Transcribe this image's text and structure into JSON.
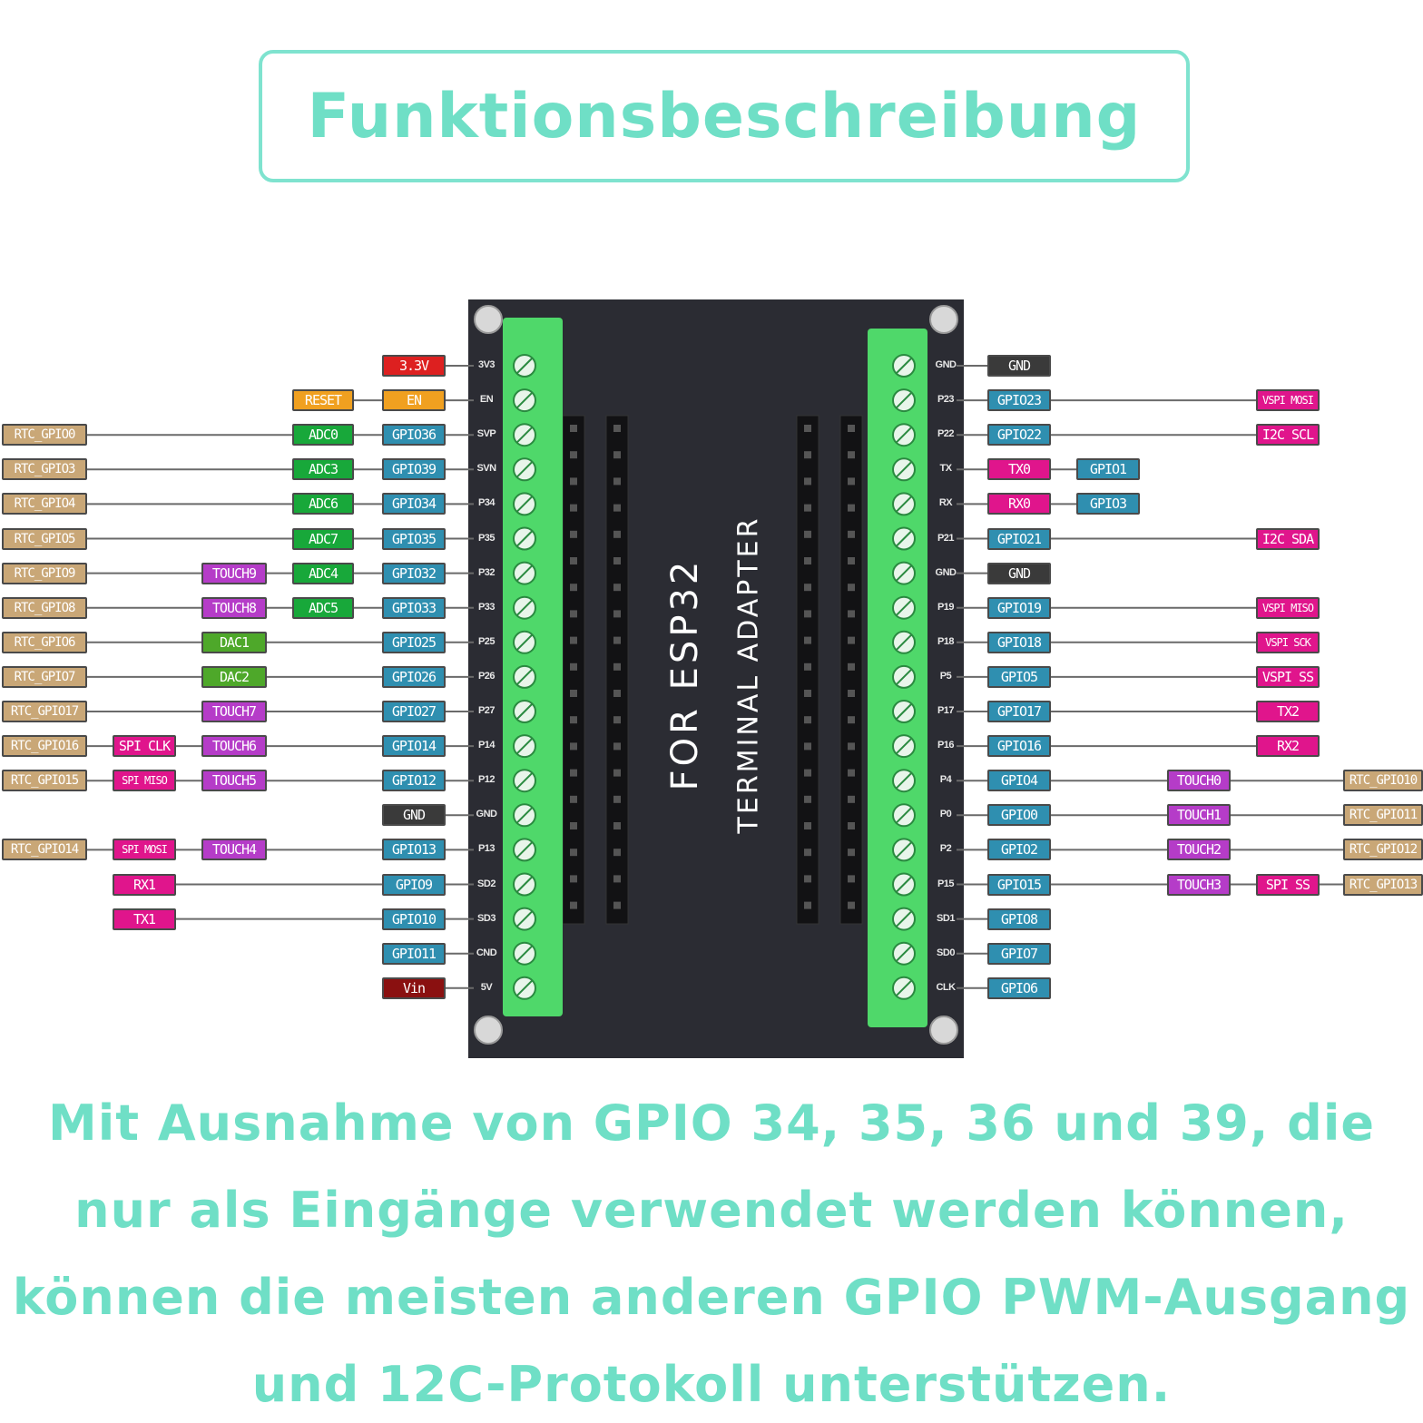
{
  "title": "Funktionsbeschreibung",
  "board": {
    "line1": "FOR ESP32",
    "line2": "TERMINAL ADAPTER"
  },
  "colors": {
    "board": "#2b2c33",
    "terminal": "#4fd86a",
    "rtc": "#c9a777",
    "adc": "#18a83a",
    "gpio": "#2f8fb0",
    "touch": "#b53cc8",
    "spi": "#e0158c",
    "gnd": "#3a3a3a",
    "power": "#dd2020",
    "en": "#f0a020",
    "dac": "#4ea82a",
    "vin": "#8a1010"
  },
  "left_pins": [
    {
      "pin": "3V3",
      "labels": [
        {
          "text": "3.3V",
          "type": "power",
          "col": 4
        }
      ]
    },
    {
      "pin": "EN",
      "labels": [
        {
          "text": "RESET",
          "type": "en",
          "col": 3
        },
        {
          "text": "EN",
          "type": "en",
          "col": 4
        }
      ]
    },
    {
      "pin": "SVP",
      "labels": [
        {
          "text": "RTC_GPIO0",
          "type": "rtc",
          "col": 0
        },
        {
          "text": "ADC0",
          "type": "adc",
          "col": 3
        },
        {
          "text": "GPIO36",
          "type": "gpio",
          "col": 4
        }
      ]
    },
    {
      "pin": "SVN",
      "labels": [
        {
          "text": "RTC_GPIO3",
          "type": "rtc",
          "col": 0
        },
        {
          "text": "ADC3",
          "type": "adc",
          "col": 3
        },
        {
          "text": "GPIO39",
          "type": "gpio",
          "col": 4
        }
      ]
    },
    {
      "pin": "P34",
      "labels": [
        {
          "text": "RTC_GPIO4",
          "type": "rtc",
          "col": 0
        },
        {
          "text": "ADC6",
          "type": "adc",
          "col": 3
        },
        {
          "text": "GPIO34",
          "type": "gpio",
          "col": 4
        }
      ]
    },
    {
      "pin": "P35",
      "labels": [
        {
          "text": "RTC_GPIO5",
          "type": "rtc",
          "col": 0
        },
        {
          "text": "ADC7",
          "type": "adc",
          "col": 3
        },
        {
          "text": "GPIO35",
          "type": "gpio",
          "col": 4
        }
      ]
    },
    {
      "pin": "P32",
      "labels": [
        {
          "text": "RTC_GPIO9",
          "type": "rtc",
          "col": 0
        },
        {
          "text": "TOUCH9",
          "type": "touch",
          "col": 2
        },
        {
          "text": "ADC4",
          "type": "adc",
          "col": 3
        },
        {
          "text": "GPIO32",
          "type": "gpio",
          "col": 4
        }
      ]
    },
    {
      "pin": "P33",
      "labels": [
        {
          "text": "RTC_GPIO8",
          "type": "rtc",
          "col": 0
        },
        {
          "text": "TOUCH8",
          "type": "touch",
          "col": 2
        },
        {
          "text": "ADC5",
          "type": "adc",
          "col": 3
        },
        {
          "text": "GPIO33",
          "type": "gpio",
          "col": 4
        }
      ]
    },
    {
      "pin": "P25",
      "labels": [
        {
          "text": "RTC_GPIO6",
          "type": "rtc",
          "col": 0
        },
        {
          "text": "DAC1",
          "type": "dac",
          "col": 2
        },
        {
          "text": "GPIO25",
          "type": "gpio",
          "col": 4
        }
      ]
    },
    {
      "pin": "P26",
      "labels": [
        {
          "text": "RTC_GPIO7",
          "type": "rtc",
          "col": 0
        },
        {
          "text": "DAC2",
          "type": "dac",
          "col": 2
        },
        {
          "text": "GPIO26",
          "type": "gpio",
          "col": 4
        }
      ]
    },
    {
      "pin": "P27",
      "labels": [
        {
          "text": "RTC_GPIO17",
          "type": "rtc",
          "col": 0
        },
        {
          "text": "TOUCH7",
          "type": "touch",
          "col": 2
        },
        {
          "text": "GPIO27",
          "type": "gpio",
          "col": 4
        }
      ]
    },
    {
      "pin": "P14",
      "labels": [
        {
          "text": "RTC_GPIO16",
          "type": "rtc",
          "col": 0
        },
        {
          "text": "SPI CLK",
          "type": "spi",
          "col": 1
        },
        {
          "text": "TOUCH6",
          "type": "touch",
          "col": 2
        },
        {
          "text": "GPIO14",
          "type": "gpio",
          "col": 4
        }
      ]
    },
    {
      "pin": "P12",
      "labels": [
        {
          "text": "RTC_GPIO15",
          "type": "rtc",
          "col": 0
        },
        {
          "text": "SPI MISO",
          "type": "spi",
          "col": 1
        },
        {
          "text": "TOUCH5",
          "type": "touch",
          "col": 2
        },
        {
          "text": "GPIO12",
          "type": "gpio",
          "col": 4
        }
      ]
    },
    {
      "pin": "GND",
      "labels": [
        {
          "text": "GND",
          "type": "gnd",
          "col": 4
        }
      ]
    },
    {
      "pin": "P13",
      "labels": [
        {
          "text": "RTC_GPIO14",
          "type": "rtc",
          "col": 0
        },
        {
          "text": "SPI MOSI",
          "type": "spi",
          "col": 1
        },
        {
          "text": "TOUCH4",
          "type": "touch",
          "col": 2
        },
        {
          "text": "GPIO13",
          "type": "gpio",
          "col": 4
        }
      ]
    },
    {
      "pin": "SD2",
      "labels": [
        {
          "text": "RX1",
          "type": "spi",
          "col": 1
        },
        {
          "text": "GPIO9",
          "type": "gpio",
          "col": 4
        }
      ]
    },
    {
      "pin": "SD3",
      "labels": [
        {
          "text": "TX1",
          "type": "spi",
          "col": 1
        },
        {
          "text": "GPIO10",
          "type": "gpio",
          "col": 4
        }
      ]
    },
    {
      "pin": "CND",
      "labels": [
        {
          "text": "GPIO11",
          "type": "gpio",
          "col": 4
        }
      ]
    },
    {
      "pin": "5V",
      "labels": [
        {
          "text": "Vin",
          "type": "vin",
          "col": 4
        }
      ]
    }
  ],
  "right_pins": [
    {
      "pin": "GND",
      "labels": [
        {
          "text": "GND",
          "type": "gnd",
          "col": 0
        }
      ]
    },
    {
      "pin": "P23",
      "labels": [
        {
          "text": "GPIO23",
          "type": "gpio",
          "col": 0
        },
        {
          "text": "VSPI MOSI",
          "type": "spi",
          "col": 3
        }
      ]
    },
    {
      "pin": "P22",
      "labels": [
        {
          "text": "GPIO22",
          "type": "gpio",
          "col": 0
        },
        {
          "text": "I2C SCL",
          "type": "spi",
          "col": 3
        }
      ]
    },
    {
      "pin": "TX",
      "labels": [
        {
          "text": "TX0",
          "type": "spi",
          "col": 0
        },
        {
          "text": "GPIO1",
          "type": "gpio",
          "col": 1
        }
      ]
    },
    {
      "pin": "RX",
      "labels": [
        {
          "text": "RX0",
          "type": "spi",
          "col": 0
        },
        {
          "text": "GPIO3",
          "type": "gpio",
          "col": 1
        }
      ]
    },
    {
      "pin": "P21",
      "labels": [
        {
          "text": "GPIO21",
          "type": "gpio",
          "col": 0
        },
        {
          "text": "I2C SDA",
          "type": "spi",
          "col": 3
        }
      ]
    },
    {
      "pin": "GND",
      "labels": [
        {
          "text": "GND",
          "type": "gnd",
          "col": 0
        }
      ]
    },
    {
      "pin": "P19",
      "labels": [
        {
          "text": "GPIO19",
          "type": "gpio",
          "col": 0
        },
        {
          "text": "VSPI MISO",
          "type": "spi",
          "col": 3
        }
      ]
    },
    {
      "pin": "P18",
      "labels": [
        {
          "text": "GPIO18",
          "type": "gpio",
          "col": 0
        },
        {
          "text": "VSPI SCK",
          "type": "spi",
          "col": 3
        }
      ]
    },
    {
      "pin": "P5",
      "labels": [
        {
          "text": "GPIO5",
          "type": "gpio",
          "col": 0
        },
        {
          "text": "VSPI SS",
          "type": "spi",
          "col": 3
        }
      ]
    },
    {
      "pin": "P17",
      "labels": [
        {
          "text": "GPIO17",
          "type": "gpio",
          "col": 0
        },
        {
          "text": "TX2",
          "type": "spi",
          "col": 3
        }
      ]
    },
    {
      "pin": "P16",
      "labels": [
        {
          "text": "GPIO16",
          "type": "gpio",
          "col": 0
        },
        {
          "text": "RX2",
          "type": "spi",
          "col": 3
        }
      ]
    },
    {
      "pin": "P4",
      "labels": [
        {
          "text": "GPIO4",
          "type": "gpio",
          "col": 0
        },
        {
          "text": "TOUCH0",
          "type": "touch",
          "col": 2
        },
        {
          "text": "RTC_GPIO10",
          "type": "rtc",
          "col": 4
        }
      ]
    },
    {
      "pin": "P0",
      "labels": [
        {
          "text": "GPIO0",
          "type": "gpio",
          "col": 0
        },
        {
          "text": "TOUCH1",
          "type": "touch",
          "col": 2
        },
        {
          "text": "RTC_GPIO11",
          "type": "rtc",
          "col": 4
        }
      ]
    },
    {
      "pin": "P2",
      "labels": [
        {
          "text": "GPIO2",
          "type": "gpio",
          "col": 0
        },
        {
          "text": "TOUCH2",
          "type": "touch",
          "col": 2
        },
        {
          "text": "RTC_GPIO12",
          "type": "rtc",
          "col": 4
        }
      ]
    },
    {
      "pin": "P15",
      "labels": [
        {
          "text": "GPIO15",
          "type": "gpio",
          "col": 0
        },
        {
          "text": "TOUCH3",
          "type": "touch",
          "col": 2
        },
        {
          "text": "SPI SS",
          "type": "spi",
          "col": 3
        },
        {
          "text": "RTC_GPIO13",
          "type": "rtc",
          "col": 4
        }
      ]
    },
    {
      "pin": "SD1",
      "labels": [
        {
          "text": "GPIO8",
          "type": "gpio",
          "col": 0
        }
      ]
    },
    {
      "pin": "SD0",
      "labels": [
        {
          "text": "GPIO7",
          "type": "gpio",
          "col": 0
        }
      ]
    },
    {
      "pin": "CLK",
      "labels": [
        {
          "text": "GPIO6",
          "type": "gpio",
          "col": 0
        }
      ]
    }
  ],
  "description": [
    "Mit Ausnahme von GPIO 34, 35, 36 und 39, die",
    "nur als Eingänge verwendet werden können,",
    "können die meisten anderen GPIO PWM-Ausgang",
    "und 12C-Protokoll unterstützen."
  ]
}
